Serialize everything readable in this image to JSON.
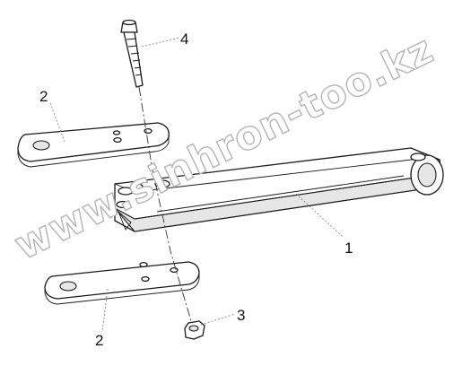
{
  "callouts": [
    {
      "id": "1",
      "text": "1"
    },
    {
      "id": "2a",
      "text": "2"
    },
    {
      "id": "2b",
      "text": "2"
    },
    {
      "id": "3",
      "text": "3"
    },
    {
      "id": "4",
      "text": "4"
    }
  ],
  "watermark": {
    "text": "www.sinhron-too.kz"
  },
  "colors": {
    "line": "#1a1a1a",
    "watermark_outline": "#b5b5b5",
    "background": "#ffffff"
  }
}
